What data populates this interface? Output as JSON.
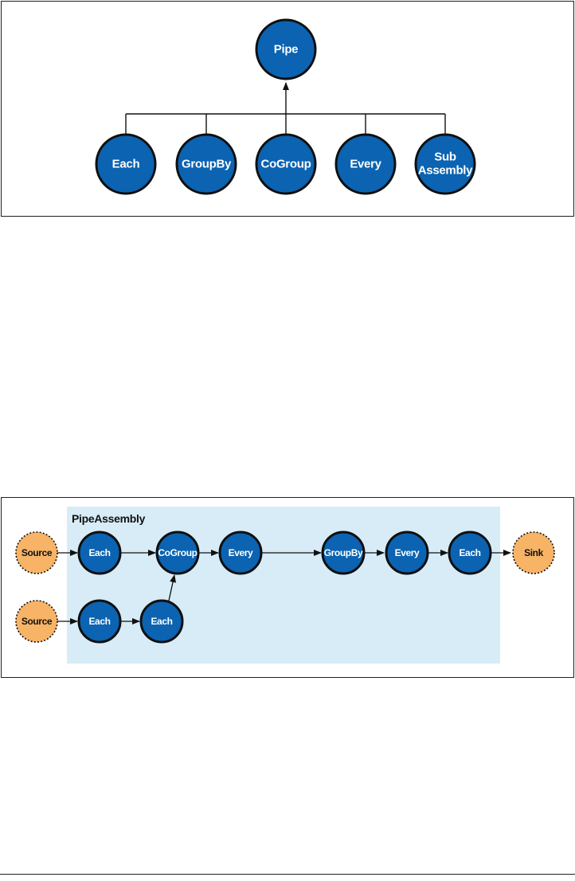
{
  "figure1": {
    "root": "Pipe",
    "children": [
      {
        "label": "Each"
      },
      {
        "label": "GroupBy"
      },
      {
        "label": "CoGroup"
      },
      {
        "label": "Every"
      },
      {
        "label": "Sub",
        "label2": "Assembly"
      }
    ]
  },
  "figure2": {
    "assembly_title": "PipeAssembly",
    "source_top": "Source",
    "source_bottom": "Source",
    "sink": "Sink",
    "top_row": [
      "Each",
      "CoGroup",
      "Every",
      "GroupBy",
      "Every",
      "Each"
    ],
    "bottom_row": [
      "Each",
      "Each"
    ]
  },
  "colors": {
    "node_fill": "#0b63b1",
    "terminal_fill": "#f7b366",
    "assembly_fill": "#d7ecf6"
  }
}
